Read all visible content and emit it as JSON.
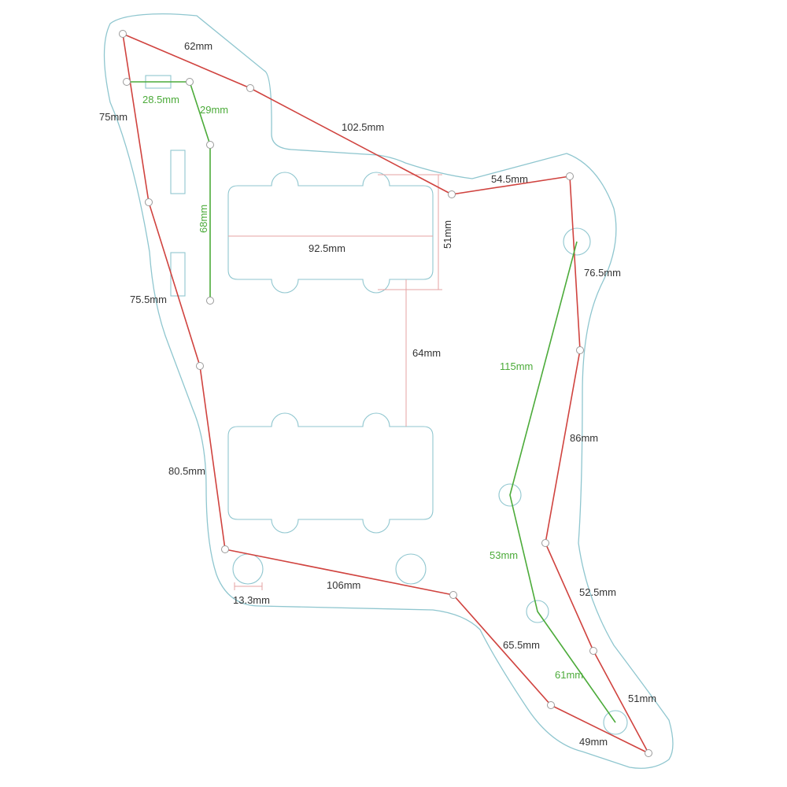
{
  "colors": {
    "outline": "#8fc6cf",
    "red_measure": "#d0433f",
    "green_measure": "#4cab3a",
    "dimension_guide": "#e6a3a3",
    "dark_label": "#333333"
  },
  "labels": {
    "top": "62mm",
    "upper_left": "75mm",
    "diag_top": "102.5mm",
    "horn": "54.5mm",
    "right_upper": "76.5mm",
    "pickup_width": "92.5mm",
    "pickup_height": "51mm",
    "mid_left": "75.5mm",
    "pickup_spacing": "64mm",
    "right_mid": "86mm",
    "lower_left": "80.5mm",
    "bottom": "106mm",
    "jack": "13.3mm",
    "lower_right": "52.5mm",
    "tail_left": "65.5mm",
    "tail_right": "51mm",
    "tail_bottom": "49mm",
    "g_switch_width": "28.5mm",
    "g_switch_diag": "29mm",
    "g_vertical": "68mm",
    "g_long": "115mm",
    "g_mid": "53mm",
    "g_tail": "61mm"
  }
}
